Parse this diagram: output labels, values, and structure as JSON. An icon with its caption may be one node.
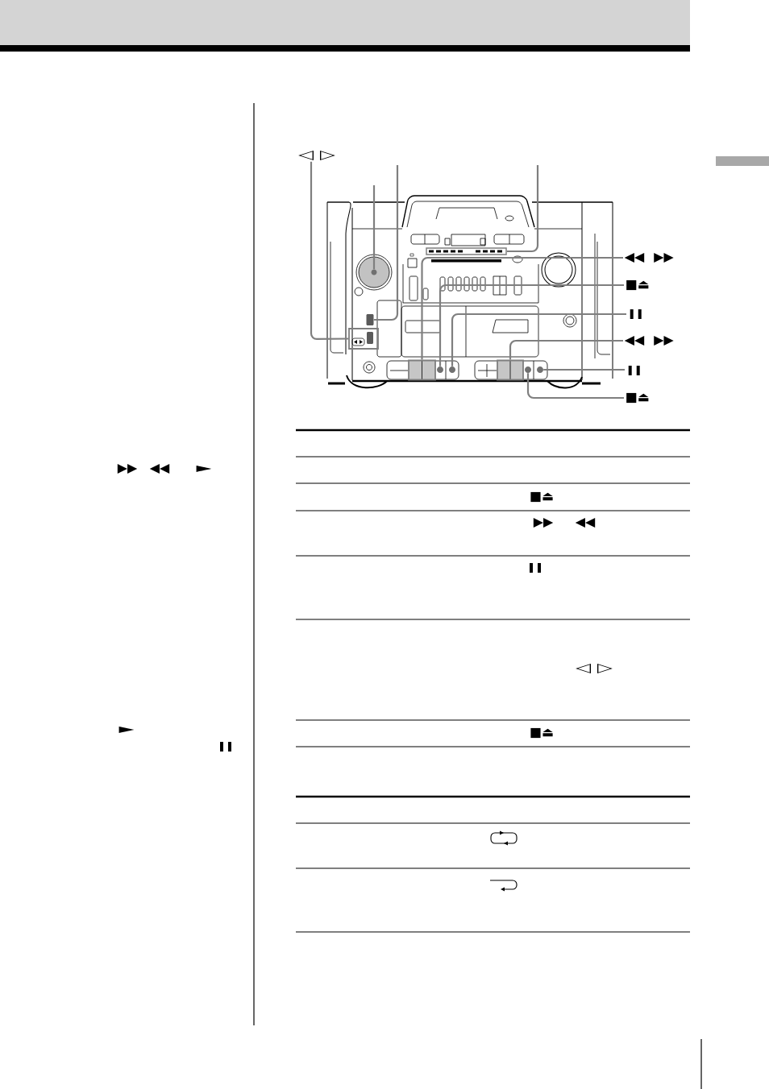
{
  "diagram": {
    "nodes": [
      {
        "text": [
          "◁ ▷"
        ]
      },
      {
        "text": [],
        "shape": "circle"
      },
      {
        "text": [],
        "shape": "bar"
      },
      {
        "text": [],
        "shape": "box"
      },
      {
        "text": [],
        "shape": "box"
      },
      {
        "text": [
          "◀◀ ▶▶"
        ]
      },
      {
        "text": [
          "■⏏"
        ]
      },
      {
        "text": [
          "❚❚"
        ]
      },
      {
        "text": [
          "◀◀ ▶▶"
        ]
      },
      {
        "text": [
          "❚❚"
        ]
      },
      {
        "text": [
          "■⏏"
        ]
      },
      {
        "text": [],
        "shape": "box"
      },
      {
        "text": [],
        "shape": "circle"
      },
      {
        "text": [],
        "shape": "circle"
      },
      {
        "text": [],
        "shape": "box"
      },
      {
        "text": [],
        "shape": "circle"
      },
      {
        "text": [],
        "shape": "circle"
      }
    ],
    "edges": [
      {
        "from": 0,
        "to": 4,
        "arrow": "none"
      },
      {
        "from": null,
        "to": 1,
        "arrow": "none"
      },
      {
        "from": null,
        "to": 3,
        "arrow": "none"
      },
      {
        "from": null,
        "to": 2,
        "arrow": "none"
      },
      {
        "from": 5,
        "to": 11,
        "arrow": "none"
      },
      {
        "from": 6,
        "to": 12,
        "arrow": "none"
      },
      {
        "from": 7,
        "to": 13,
        "arrow": "none"
      },
      {
        "from": 8,
        "to": 14,
        "arrow": "none"
      },
      {
        "from": 9,
        "to": 16,
        "arrow": "none"
      },
      {
        "from": 10,
        "to": 15,
        "arrow": "none"
      }
    ],
    "labels": [
      "▶▶",
      "◀◀",
      "►",
      "►",
      "❚❚",
      "■⏏",
      "▶▶",
      "◀◀",
      "❚❚",
      "◁ ▷",
      "■⏏"
    ]
  }
}
